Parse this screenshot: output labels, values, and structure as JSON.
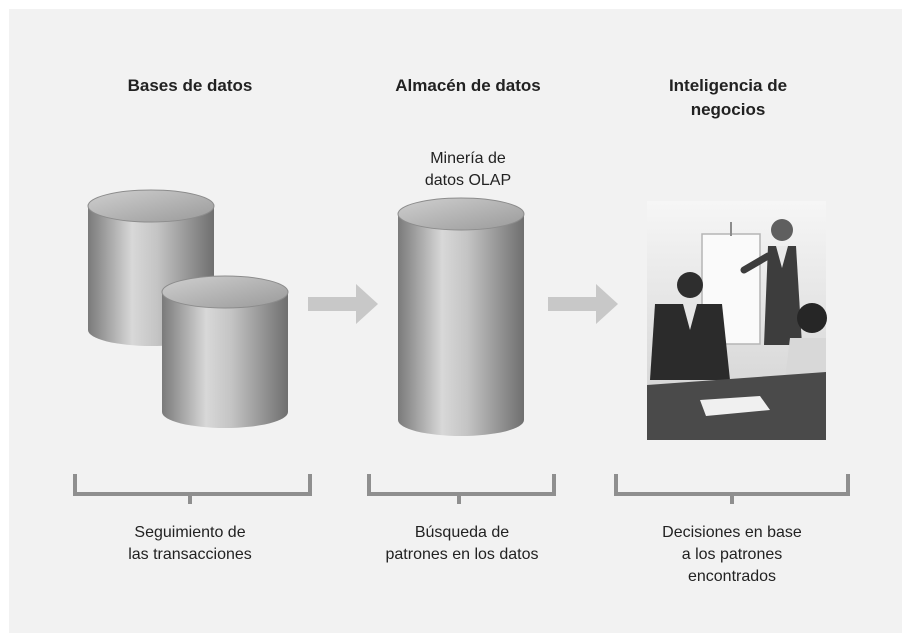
{
  "columns": [
    {
      "heading": "Bases de datos",
      "caption": "Seguimiento de\nlas transacciones"
    },
    {
      "heading": "Almacén de datos",
      "subheading": "Minería de\ndatos OLAP",
      "caption": "Búsqueda de\npatrones en los datos"
    },
    {
      "heading": "Inteligencia de\nnegocios",
      "caption": "Decisiones en base\na los patrones\nencontrados"
    }
  ],
  "colors": {
    "panel_background": "#f2f2f2",
    "cylinder": "#a9a9a9",
    "arrow": "#c8c8c8",
    "bracket": "#8f8f8f"
  },
  "image": {
    "icon": "business-meeting-photo"
  }
}
